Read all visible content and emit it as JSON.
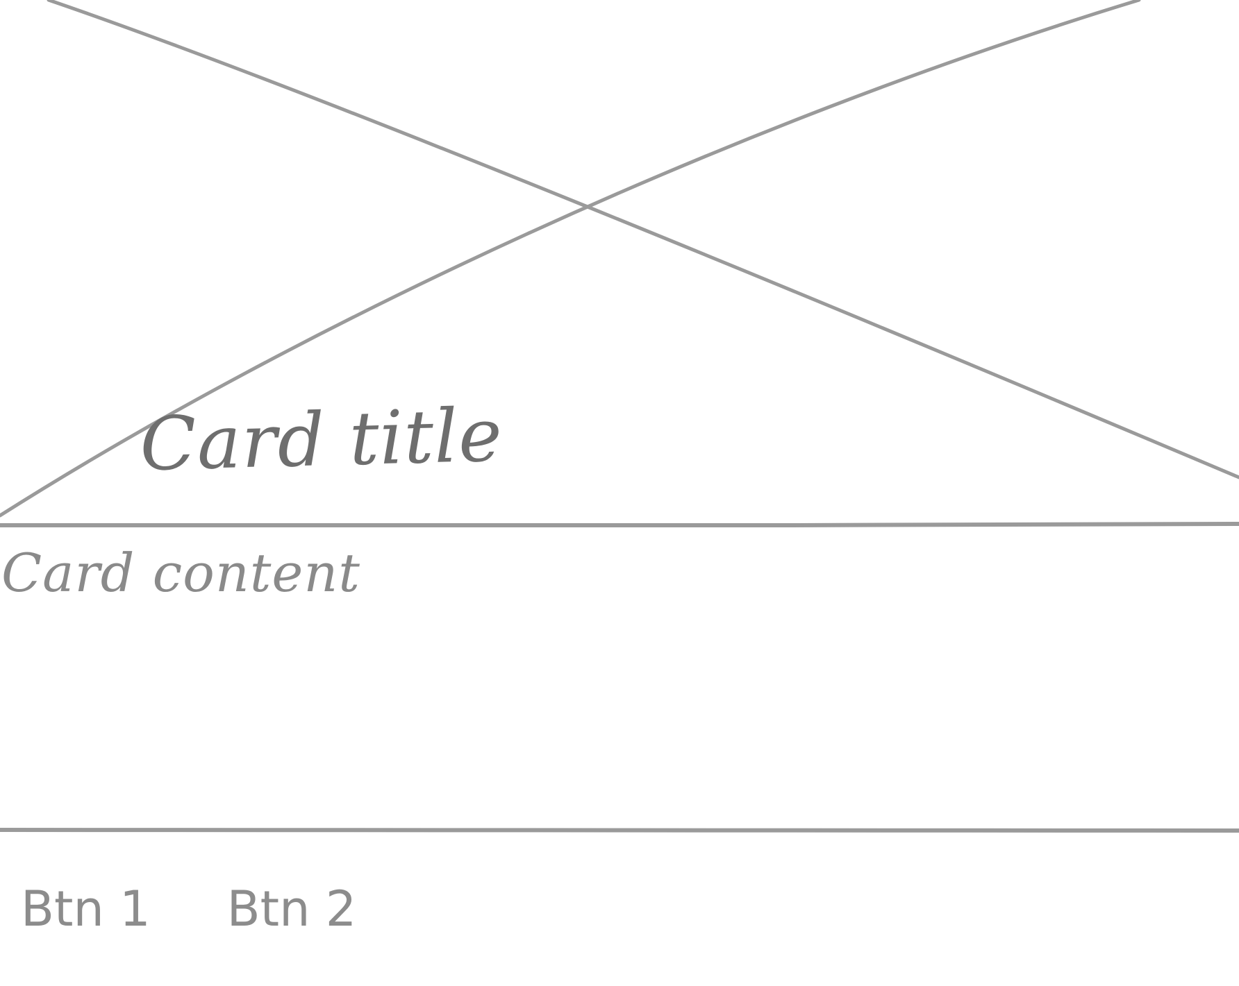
{
  "card": {
    "media": {
      "icon": "image-placeholder-x-icon"
    },
    "title": "Card title",
    "content": "Card content",
    "actions": [
      {
        "label": "Btn 1"
      },
      {
        "label": "Btn 2"
      }
    ]
  },
  "colors": {
    "pencil_stroke": "#9a9a9a",
    "text_dark": "#6e6e6e",
    "text_light": "#8a8a8a",
    "background": "#ffffff"
  }
}
